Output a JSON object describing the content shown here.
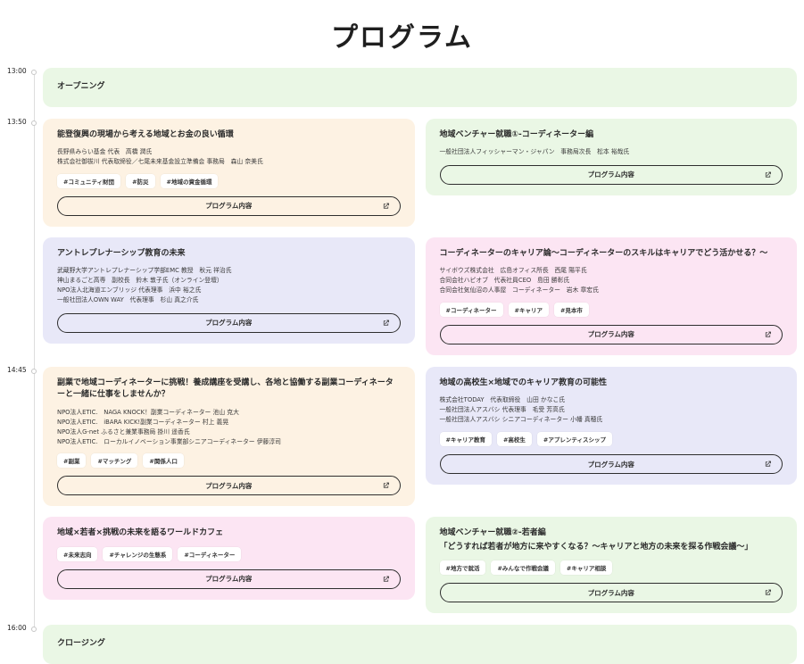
{
  "page": {
    "title": "プログラム"
  },
  "program_button": {
    "label": "プログラム内容",
    "icon": "open-in-new-icon"
  },
  "palette": {
    "green": "#eaf7e5",
    "peach": "#fdf2e3",
    "lavender": "#e8e8f8",
    "pink": "#fce5f3"
  },
  "schedule": [
    {
      "time": "13:00",
      "cards": [
        {
          "title": "オープニング",
          "color": "green",
          "full_width": true,
          "has_button": false
        }
      ]
    },
    {
      "time": "13:50",
      "cards": [
        {
          "title": "能登復興の現場から考える地域とお金の良い循環",
          "color": "peach",
          "full_width": false,
          "has_button": true,
          "speakers": [
            "長野県みらい基金 代表　高橋 潤氏",
            "株式会社御祓川 代表取締役／七尾未来基金設立準備会 事務局　森山 奈美氏"
          ],
          "tags": [
            "#コミュニティ財団",
            "#防災",
            "#地域の資金循環"
          ]
        },
        {
          "title": "地域ベンチャー就職①-コーディネーター編",
          "color": "green",
          "full_width": false,
          "has_button": true,
          "speakers": [
            "一般社団法人フィッシャーマン・ジャパン　事務局次長　松本 裕哉氏"
          ]
        },
        {
          "title": "アントレプレナーシップ教育の未来",
          "color": "lavender",
          "full_width": false,
          "has_button": true,
          "speakers": [
            "武蔵野大学アントレプレナーシップ学部EMC 教授　秋元 祥治氏",
            "神山まるごと高専　副校長　鈴木 敦子氏（オンライン登壇）",
            "NPO法人北海道エンブリッジ 代表理事　浜中 裕之氏",
            "一般社団法人OWN WAY　代表理事　杉山 真之介氏"
          ]
        },
        {
          "title": "コーディネーターのキャリア論～コーディネーターのスキルはキャリアでどう活かせる？～",
          "color": "pink",
          "full_width": false,
          "has_button": true,
          "speakers": [
            "サイボウズ株式会社　広島オフィス所長　西尾 陽平氏",
            "合同会社ハピオブ　代表社員CEO　島田 勝彰氏",
            "合同会社気仙沼の人事屋　コーディネーター　岩木 章宏氏"
          ],
          "tags": [
            "#コーディネーター",
            "#キャリア",
            "#見本市"
          ]
        }
      ]
    },
    {
      "time": "14:45",
      "cards": [
        {
          "title": "副業で地域コーディネーターに挑戦！養成講座を受講し、各地と協働する副業コーディネーターと一緒に仕事をしませんか？",
          "color": "peach",
          "full_width": false,
          "has_button": true,
          "speakers": [
            "NPO法人ETIC.　NAGA KNOCK！副業コーディネーター 池山 克大",
            "NPO法人ETIC.　iBARA KICK!副業コーディネーター 村上 義晃",
            "NPO法人G-net ふるさと兼業事務局 掛川 遥香氏",
            "NPO法人ETIC.　ローカルイノベーション事業部シニアコーディネーター 伊藤淳司"
          ],
          "tags": [
            "#副業",
            "#マッチング",
            "#関係人口"
          ]
        },
        {
          "title": "地域の高校生×地域でのキャリア教育の可能性",
          "color": "lavender",
          "full_width": false,
          "has_button": true,
          "speakers": [
            "株式会社TODAY　代表取締役　山田 かなこ氏",
            "一般社団法人アスバシ 代表理事　毛受 芳高氏",
            "一般社団法人アスバシ シニアコーディネーター 小幡 真穂氏"
          ],
          "tags": [
            "#キャリア教育",
            "#高校生",
            "#アプレンティスシップ"
          ]
        },
        {
          "title": "地域×若者×挑戦の未来を語るワールドカフェ",
          "color": "pink",
          "full_width": false,
          "has_button": true,
          "tags": [
            "#未来志向",
            "#チャレンジの生態系",
            "#コーディネーター"
          ]
        },
        {
          "title": "地域ベンチャー就職②-若者編",
          "subtitle": "「どうすれば若者が地方に来やすくなる？～キャリアと地方の未来を探る作戦会議～」",
          "color": "green",
          "full_width": false,
          "has_button": true,
          "tags": [
            "#地方で就活",
            "#みんなで作戦会議",
            "#キャリア相談"
          ]
        }
      ]
    },
    {
      "time": "16:00",
      "cards": [
        {
          "title": "クロージング",
          "color": "green",
          "full_width": true,
          "has_button": false
        }
      ]
    }
  ]
}
